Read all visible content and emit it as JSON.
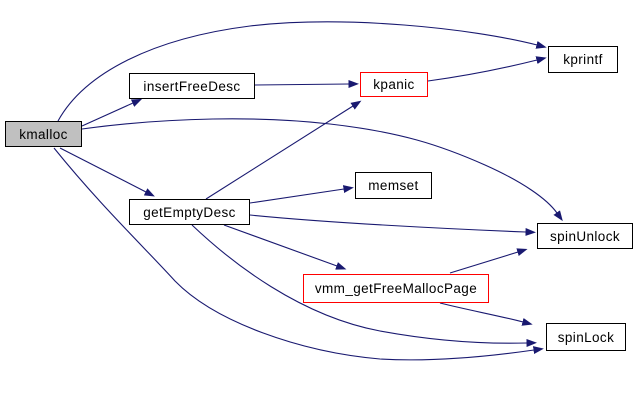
{
  "diagram": {
    "kind": "call-graph",
    "nodes": [
      {
        "id": "kmalloc",
        "label": "kmalloc",
        "role": "current"
      },
      {
        "id": "insertFreeDesc",
        "label": "insertFreeDesc",
        "role": "normal"
      },
      {
        "id": "kpanic",
        "label": "kpanic",
        "role": "highlight"
      },
      {
        "id": "kprintf",
        "label": "kprintf",
        "role": "normal"
      },
      {
        "id": "getEmptyDesc",
        "label": "getEmptyDesc",
        "role": "normal"
      },
      {
        "id": "memset",
        "label": "memset",
        "role": "normal"
      },
      {
        "id": "spinUnlock",
        "label": "spinUnlock",
        "role": "normal"
      },
      {
        "id": "vmm_getFreeMallocPage",
        "label": "vmm_getFreeMallocPage",
        "role": "highlight"
      },
      {
        "id": "spinLock",
        "label": "spinLock",
        "role": "normal"
      }
    ],
    "edges": [
      {
        "from": "kmalloc",
        "to": "kprintf"
      },
      {
        "from": "kmalloc",
        "to": "insertFreeDesc"
      },
      {
        "from": "kmalloc",
        "to": "getEmptyDesc"
      },
      {
        "from": "kmalloc",
        "to": "spinUnlock"
      },
      {
        "from": "kmalloc",
        "to": "spinLock"
      },
      {
        "from": "insertFreeDesc",
        "to": "kpanic"
      },
      {
        "from": "kpanic",
        "to": "kprintf"
      },
      {
        "from": "getEmptyDesc",
        "to": "kpanic"
      },
      {
        "from": "getEmptyDesc",
        "to": "memset"
      },
      {
        "from": "getEmptyDesc",
        "to": "spinUnlock"
      },
      {
        "from": "getEmptyDesc",
        "to": "vmm_getFreeMallocPage"
      },
      {
        "from": "getEmptyDesc",
        "to": "spinLock"
      },
      {
        "from": "vmm_getFreeMallocPage",
        "to": "spinUnlock"
      },
      {
        "from": "vmm_getFreeMallocPage",
        "to": "spinLock"
      }
    ],
    "colors": {
      "edge": "#191970",
      "node_border": "#000000",
      "highlight_border": "#ff0000",
      "current_fill": "#c0c0c0",
      "background": "#ffffff"
    }
  }
}
